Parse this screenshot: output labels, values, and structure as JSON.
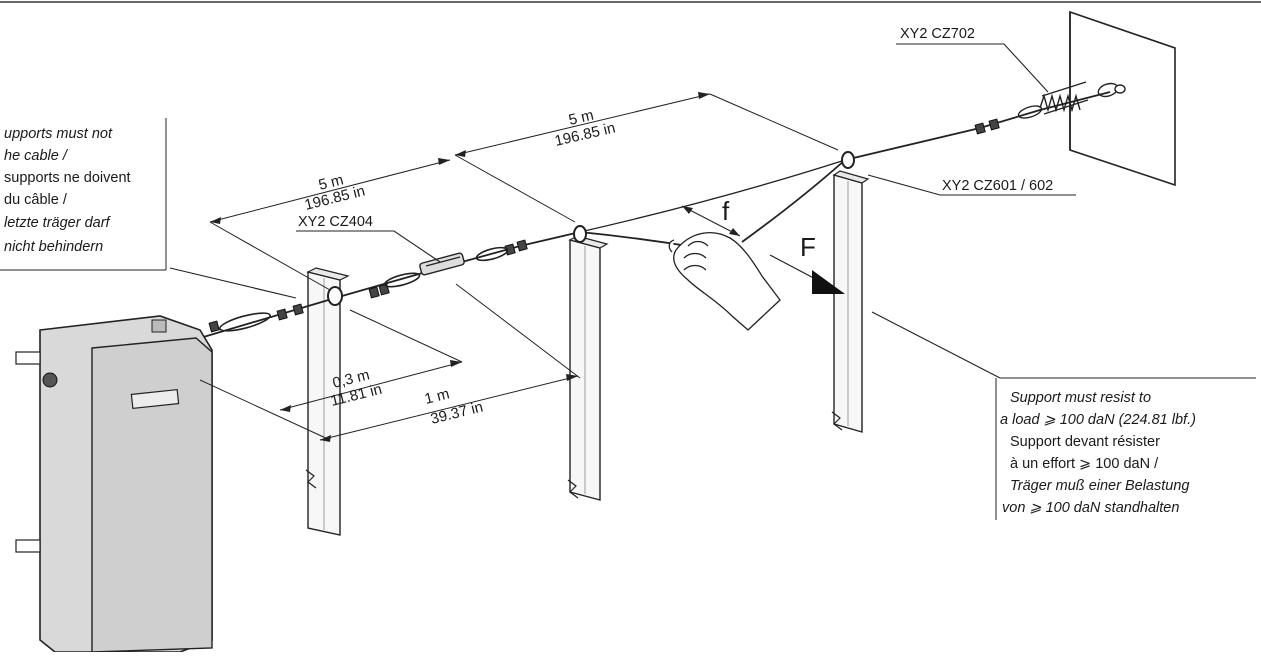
{
  "diagram": {
    "part_labels": {
      "spring": "XY2 CZ702",
      "turnbuckle": "XY2 CZ404",
      "eye": "XY2 CZ601 / 602"
    },
    "dimensions": {
      "span_far_m": "5 m",
      "span_far_in": "196.85 in",
      "span_near_m": "5 m",
      "span_near_in": "196.85 in",
      "offset_m": "0,3 m",
      "offset_in": "11.81 in",
      "first_m": "1 m",
      "first_in": "39.37 in"
    },
    "symbols": {
      "deflection": "f",
      "force": "F"
    },
    "note_left": [
      "upports must not",
      "he cable /",
      "supports ne doivent",
      "du câble /",
      " letzte träger darf",
      "nicht behindern"
    ],
    "note_right": [
      "Support must resist to",
      "a load  ⩾ 100 daN (224.81 lbf.)",
      "Support devant résister",
      "à un effort ⩾ 100 daN /",
      "Träger muß einer Belastung",
      "von ⩾ 100 daN standhalten"
    ]
  }
}
